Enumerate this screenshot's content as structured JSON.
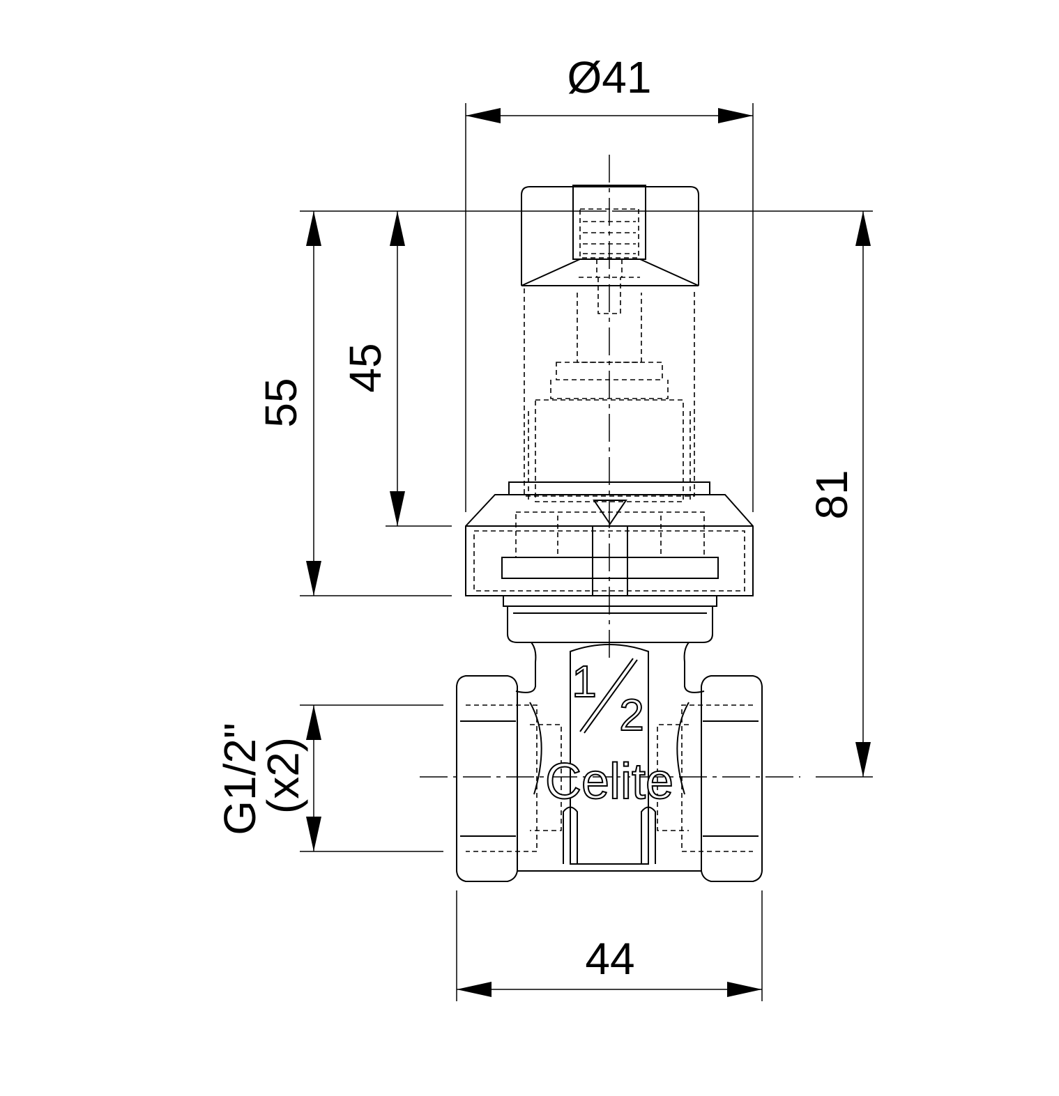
{
  "dimensions": {
    "diameter_top": "Ø41",
    "height_total": "81",
    "height_55": "55",
    "height_45": "45",
    "width_bottom": "44",
    "thread": "G1/2\"",
    "thread_qty": "(x2)"
  },
  "body_markings": {
    "size_numerator": "1",
    "size_denominator": "2",
    "brand": "Celite"
  }
}
